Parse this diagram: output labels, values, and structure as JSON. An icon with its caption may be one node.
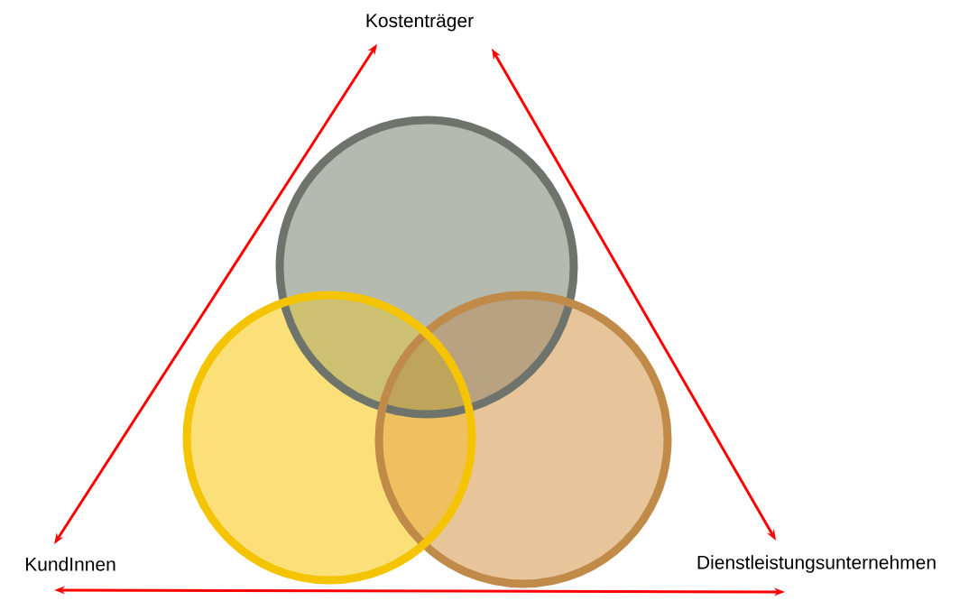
{
  "diagram": {
    "nodes": [
      {
        "text": [
          "Kostenträger"
        ]
      },
      {
        "text": [
          "KundInnen"
        ]
      },
      {
        "text": [
          "Dienstleistungsunternehmen"
        ]
      }
    ],
    "edges": [
      {
        "from": 1,
        "to": 0,
        "arrow": "both"
      },
      {
        "from": 0,
        "to": 2,
        "arrow": "both"
      },
      {
        "from": 1,
        "to": 2,
        "arrow": "both"
      }
    ]
  }
}
